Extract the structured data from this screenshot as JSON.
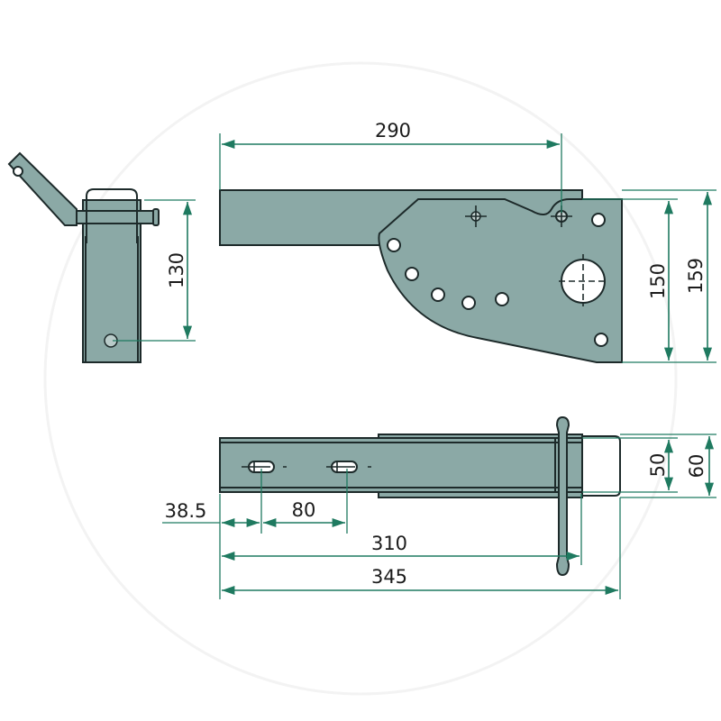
{
  "drawing": {
    "colors": {
      "part": "#8ba9a6",
      "dimension": "#1f7a60",
      "outline": "#1d2a2a"
    },
    "side_view": {
      "dim_hole_spacing": "130"
    },
    "front_view": {
      "dim_length_to_pivot": "290",
      "dim_plate_height": "150",
      "dim_total_height": "159"
    },
    "top_view": {
      "dim_first_slot": "38.5",
      "dim_slot_spacing": "80",
      "dim_bar_length": "310",
      "dim_total_length": "345",
      "dim_bar_width": "50",
      "dim_total_width": "60"
    }
  }
}
